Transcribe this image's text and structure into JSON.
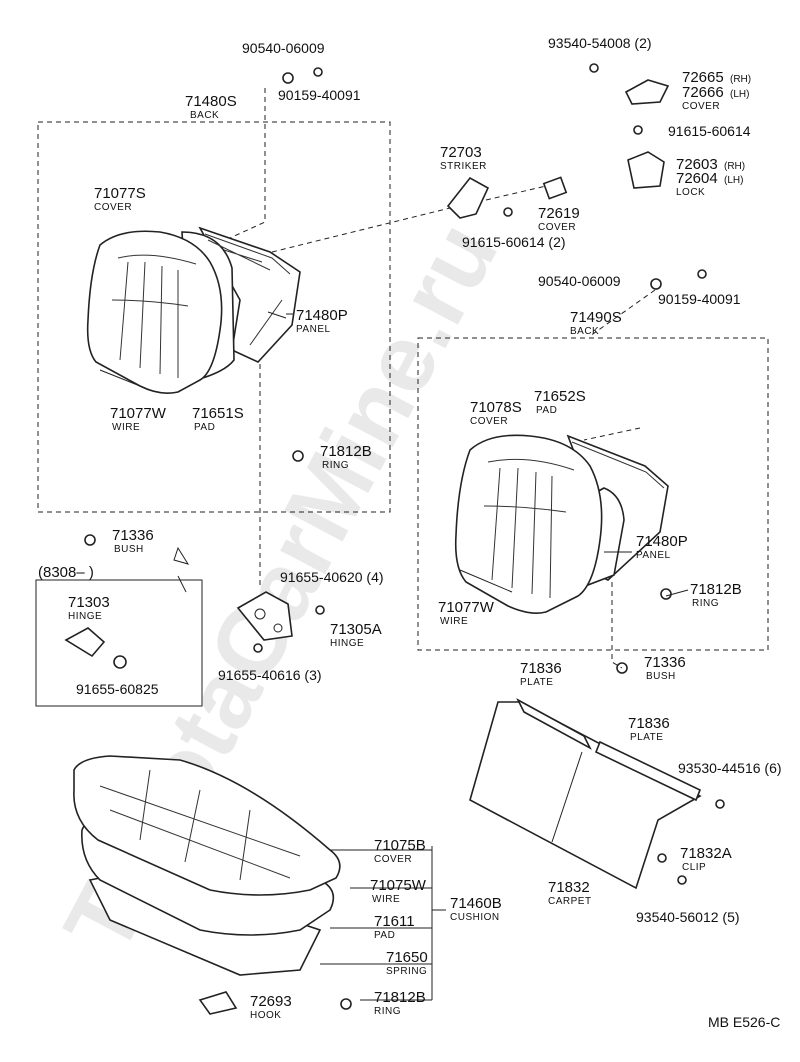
{
  "watermark": "ToyotaCarMine.ru",
  "footer_code": "MB  E526-C",
  "variant_label": "(8308–        )",
  "group_labels": {
    "back_left": {
      "num": "71480S",
      "name": "BACK"
    },
    "back_right": {
      "num": "71490S",
      "name": "BACK"
    },
    "cushion": {
      "num": "71460B",
      "name": "CUSHION"
    }
  },
  "parts": [
    {
      "num": "90540-06009",
      "name": ""
    },
    {
      "num": "90159-40091",
      "name": ""
    },
    {
      "num": "71077S",
      "name": "COVER"
    },
    {
      "num": "71480P",
      "name": "PANEL"
    },
    {
      "num": "71077W",
      "name": "WIRE"
    },
    {
      "num": "71651S",
      "name": "PAD"
    },
    {
      "num": "71812B",
      "name": "RING"
    },
    {
      "num": "71336",
      "name": "BUSH"
    },
    {
      "num": "71303",
      "name": "HINGE"
    },
    {
      "num": "91655-60825",
      "name": ""
    },
    {
      "num": "91655-40620 (4)",
      "name": ""
    },
    {
      "num": "71305A",
      "name": "HINGE"
    },
    {
      "num": "91655-40616 (3)",
      "name": ""
    },
    {
      "num": "72703",
      "name": "STRIKER"
    },
    {
      "num": "72619",
      "name": "COVER"
    },
    {
      "num": "91615-60614 (2)",
      "name": ""
    },
    {
      "num": "93540-54008 (2)",
      "name": ""
    },
    {
      "num": "72665",
      "name": "(RH)"
    },
    {
      "num": "72666",
      "name": "(LH)"
    },
    {
      "num": "COVER",
      "name": ""
    },
    {
      "num": "91615-60614",
      "name": ""
    },
    {
      "num": "72603",
      "name": "(RH)"
    },
    {
      "num": "72604",
      "name": "(LH)"
    },
    {
      "num": "LOCK",
      "name": ""
    },
    {
      "num": "90540-06009",
      "name": ""
    },
    {
      "num": "90159-40091",
      "name": ""
    },
    {
      "num": "71078S",
      "name": "COVER"
    },
    {
      "num": "71652S",
      "name": "PAD"
    },
    {
      "num": "71480P",
      "name": "PANEL"
    },
    {
      "num": "71077W",
      "name": "WIRE"
    },
    {
      "num": "71812B",
      "name": "RING"
    },
    {
      "num": "71336",
      "name": "BUSH"
    },
    {
      "num": "71836",
      "name": "PLATE"
    },
    {
      "num": "71836",
      "name": "PLATE"
    },
    {
      "num": "93530-44516 (6)",
      "name": ""
    },
    {
      "num": "71832A",
      "name": "CLIP"
    },
    {
      "num": "71832",
      "name": "CARPET"
    },
    {
      "num": "93540-56012 (5)",
      "name": ""
    },
    {
      "num": "71075B",
      "name": "COVER"
    },
    {
      "num": "71075W",
      "name": "WIRE"
    },
    {
      "num": "71611",
      "name": "PAD"
    },
    {
      "num": "71650",
      "name": "SPRING"
    },
    {
      "num": "72693",
      "name": "HOOK"
    },
    {
      "num": "71812B",
      "name": "RING"
    }
  ]
}
